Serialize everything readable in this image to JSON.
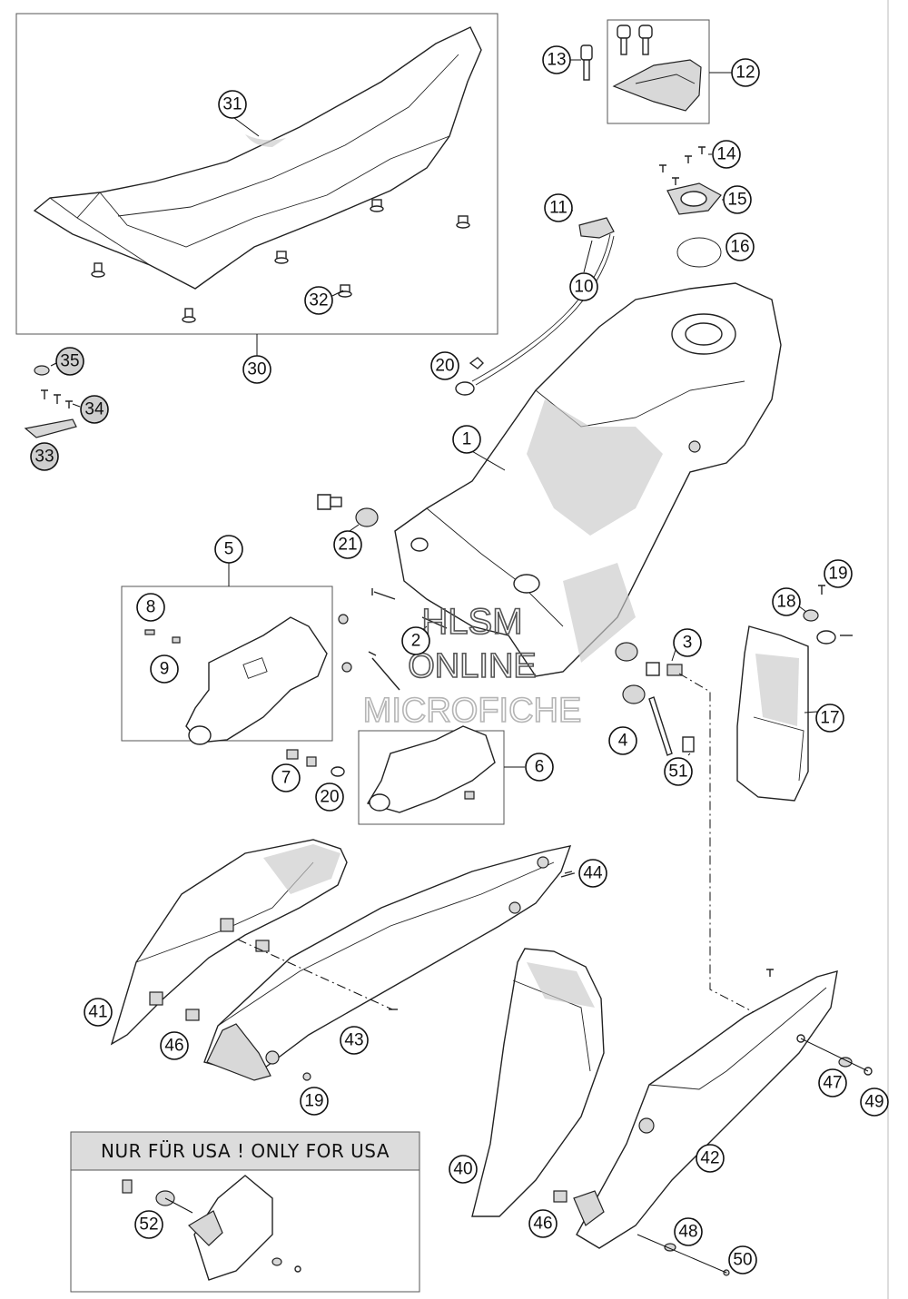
{
  "callouts": [
    {
      "id": "1",
      "filled": false
    },
    {
      "id": "2",
      "filled": false
    },
    {
      "id": "3",
      "filled": false
    },
    {
      "id": "4",
      "filled": false
    },
    {
      "id": "5",
      "filled": false
    },
    {
      "id": "6",
      "filled": false
    },
    {
      "id": "7",
      "filled": false
    },
    {
      "id": "8",
      "filled": false
    },
    {
      "id": "9",
      "filled": false
    },
    {
      "id": "10",
      "filled": false
    },
    {
      "id": "11",
      "filled": false
    },
    {
      "id": "12",
      "filled": false
    },
    {
      "id": "13",
      "filled": false
    },
    {
      "id": "14",
      "filled": false
    },
    {
      "id": "15",
      "filled": false
    },
    {
      "id": "16",
      "filled": false
    },
    {
      "id": "17",
      "filled": false
    },
    {
      "id": "18",
      "filled": false
    },
    {
      "id": "19",
      "filled": false
    },
    {
      "id": "19",
      "filled": false
    },
    {
      "id": "20",
      "filled": false
    },
    {
      "id": "20",
      "filled": false
    },
    {
      "id": "21",
      "filled": false
    },
    {
      "id": "30",
      "filled": false
    },
    {
      "id": "31",
      "filled": false
    },
    {
      "id": "32",
      "filled": false
    },
    {
      "id": "33",
      "filled": true
    },
    {
      "id": "34",
      "filled": true
    },
    {
      "id": "35",
      "filled": true
    },
    {
      "id": "40",
      "filled": false
    },
    {
      "id": "41",
      "filled": false
    },
    {
      "id": "42",
      "filled": false
    },
    {
      "id": "43",
      "filled": false
    },
    {
      "id": "44",
      "filled": false
    },
    {
      "id": "46",
      "filled": false
    },
    {
      "id": "46",
      "filled": false
    },
    {
      "id": "47",
      "filled": false
    },
    {
      "id": "48",
      "filled": false
    },
    {
      "id": "49",
      "filled": false
    },
    {
      "id": "50",
      "filled": false
    },
    {
      "id": "51",
      "filled": false
    },
    {
      "id": "52",
      "filled": false
    }
  ],
  "usa_box": {
    "title": "NUR FÜR USA ! ONLY FOR USA"
  },
  "watermark": {
    "line1": "HLSM",
    "line2": "ONLINE",
    "line3": "MICROFICHE"
  }
}
